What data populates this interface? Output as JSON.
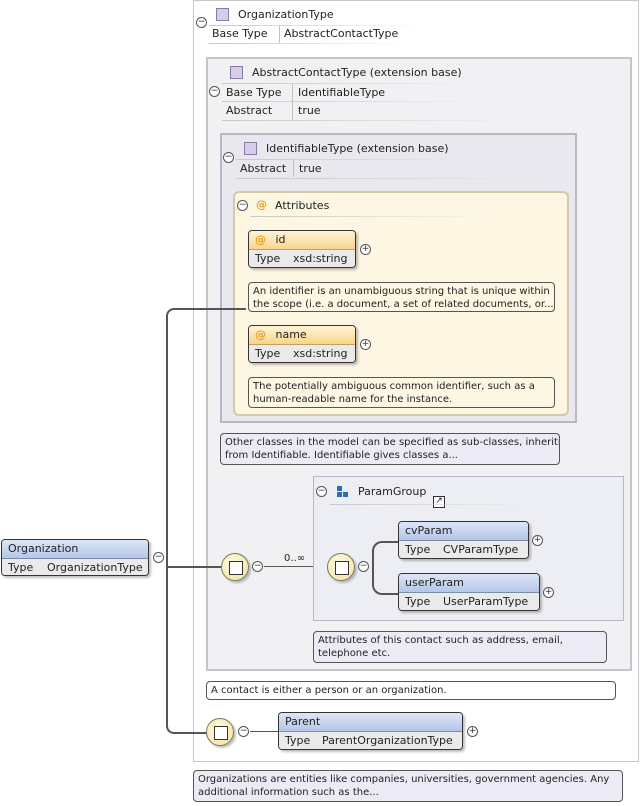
{
  "organization_type": {
    "title": "OrganizationType",
    "base_type_label": "Base Type",
    "base_type_value": "AbstractContactType"
  },
  "abstract_contact": {
    "title": "AbstractContactType (extension base)",
    "base_type_label": "Base Type",
    "base_type_value": "IdentifiableType",
    "abstract_label": "Abstract",
    "abstract_value": "true"
  },
  "identifiable": {
    "title": "IdentifiableType (extension base)",
    "abstract_label": "Abstract",
    "abstract_value": "true"
  },
  "attributes": {
    "title": "Attributes",
    "id": {
      "name": "id",
      "type_label": "Type",
      "type_value": "xsd:string",
      "doc_line1": "An identifier is an unambiguous string that is unique within",
      "doc_line2": "the scope (i.e. a document, a set of related documents, or..."
    },
    "name": {
      "name": "name",
      "type_label": "Type",
      "type_value": "xsd:string",
      "doc_line1": "The potentially ambiguous common identifier, such as a",
      "doc_line2": "human-readable name for the instance."
    }
  },
  "identifiable_note": {
    "line1": "Other classes in the model can be specified as sub-classes, inheriting",
    "line2": "from Identifiable. Identifiable gives classes a..."
  },
  "organization": {
    "name": "Organization",
    "type_label": "Type",
    "type_value": "OrganizationType"
  },
  "occurrence": "0..∞",
  "param_group": {
    "title": "ParamGroup",
    "cv_param": {
      "name": "cvParam",
      "type_label": "Type",
      "type_value": "CVParamType"
    },
    "user_param": {
      "name": "userParam",
      "type_label": "Type",
      "type_value": "UserParamType"
    },
    "note_line1": "Attributes of this contact such as address, email,",
    "note_line2": "telephone etc."
  },
  "contact_note": "A contact is either a person or an organization.",
  "parent": {
    "name": "Parent",
    "type_label": "Type",
    "type_value": "ParentOrganizationType"
  },
  "organization_note": {
    "line1": "Organizations are entities like companies, universities, government agencies. Any",
    "line2": "additional information such as the..."
  },
  "icons": {
    "collapse": "−",
    "expand": "+",
    "attribute": "@"
  }
}
